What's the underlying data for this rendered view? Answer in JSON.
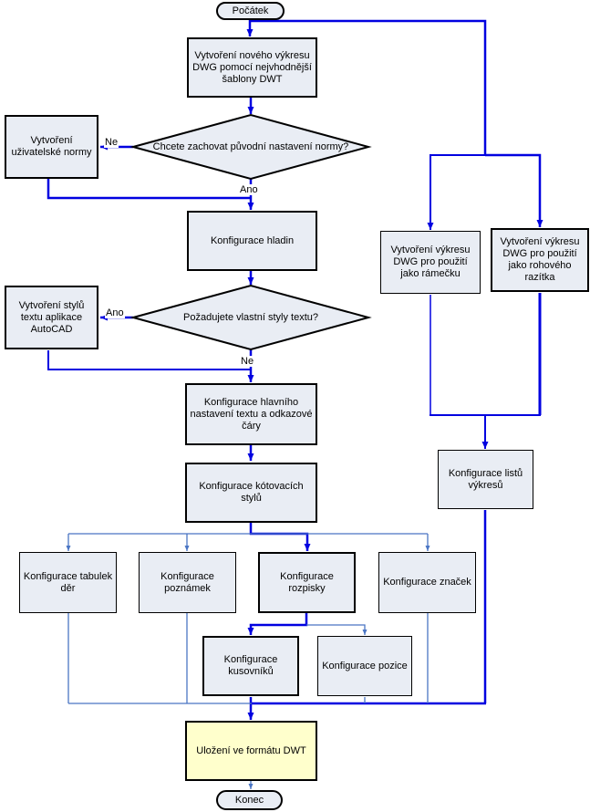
{
  "colors": {
    "primary_line": "#0000E0",
    "secondary_line": "#4A75C4",
    "node_fill": "#E9EDF4",
    "highlight_fill": "#FFFFCC",
    "border": "#000000"
  },
  "nodes": {
    "start": "Počátek",
    "create_drawing": "Vytvoření nového výkresu DWG pomocí nejvhodnější šablony DWT",
    "keep_standard_question": "Chcete zachovat původní nastavení normy?",
    "user_standard": "Vytvoření uživatelské normy",
    "layers_config": "Konfigurace hladin",
    "text_styles_question": "Požadujete vlastní styly textu?",
    "autocad_text_styles": "Vytvoření stylů textu aplikace AutoCAD",
    "main_text_config": "Konfigurace hlavního nastavení textu a odkazové čáry",
    "dim_styles_config": "Konfigurace kótovacích stylů",
    "hole_tables_config": "Konfigurace tabulek děr",
    "notes_config": "Konfigurace poznámek",
    "title_block_config": "Konfigurace rozpisky",
    "symbols_config": "Konfigurace značek",
    "parts_list_config": "Konfigurace kusovníků",
    "balloons_config": "Konfigurace pozice",
    "frame_drawing": "Vytvoření výkresu DWG pro použití jako rámečku",
    "stamp_drawing": "Vytvoření výkresu DWG pro použití jako rohového razítka",
    "sheets_config": "Konfigurace listů výkresů",
    "save_dwt": "Uložení ve formátu DWT",
    "end": "Konec"
  },
  "edges": {
    "decision1_no": "Ne",
    "decision1_yes": "Ano",
    "decision2_yes": "Ano",
    "decision2_no": "Ne"
  }
}
